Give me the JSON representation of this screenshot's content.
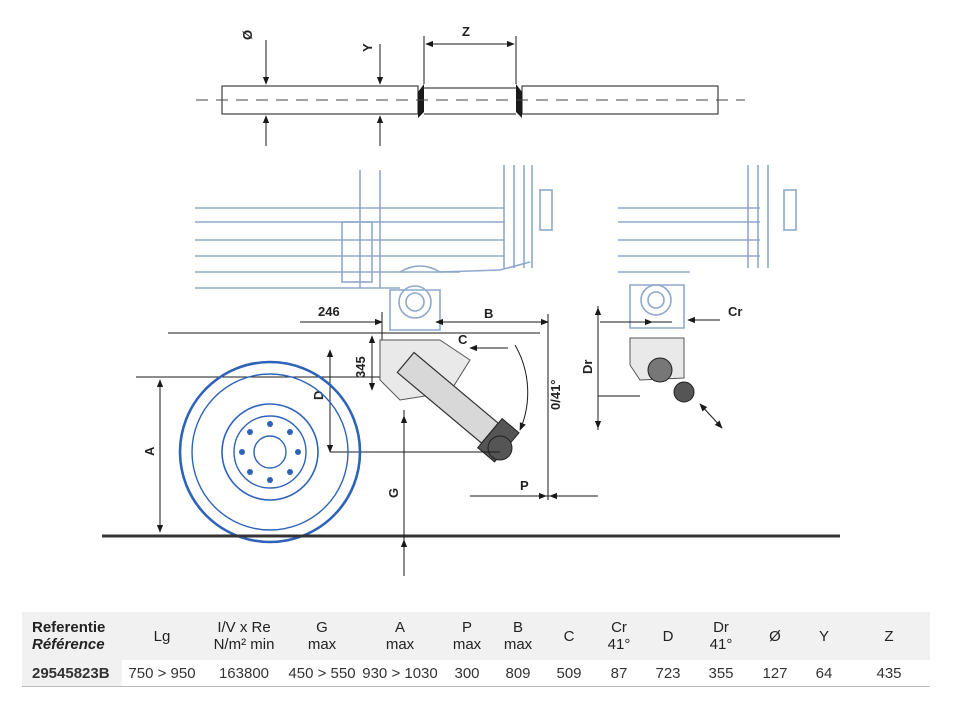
{
  "diagram": {
    "labels": {
      "diameter": "Ø",
      "y": "Y",
      "z": "Z",
      "d246": "246",
      "b": "B",
      "c": "C",
      "d345": "345",
      "d": "D",
      "angle": "0/41°",
      "a": "A",
      "g": "G",
      "p": "P",
      "cr": "Cr",
      "dr": "Dr"
    },
    "colors": {
      "wheel": "#2f63b8",
      "chassis": "#8ea8cc",
      "lines": "#1a1a1a"
    }
  },
  "table": {
    "headers": [
      {
        "line1": "Referentie",
        "line2": "Référence"
      },
      {
        "line1": "Lg",
        "line2": ""
      },
      {
        "line1": "I/V x Re",
        "line2": "N/m² min"
      },
      {
        "line1": "G",
        "line2": "max"
      },
      {
        "line1": "A",
        "line2": "max"
      },
      {
        "line1": "P",
        "line2": "max"
      },
      {
        "line1": "B",
        "line2": "max"
      },
      {
        "line1": "C",
        "line2": ""
      },
      {
        "line1": "Cr",
        "line2": "41°"
      },
      {
        "line1": "D",
        "line2": ""
      },
      {
        "line1": "Dr",
        "line2": "41°"
      },
      {
        "line1": "Ø",
        "line2": ""
      },
      {
        "line1": "Y",
        "line2": ""
      },
      {
        "line1": "Z",
        "line2": ""
      }
    ],
    "rows": [
      [
        "29545823B",
        "750 > 950",
        "163800",
        "450 > 550",
        "930 > 1030",
        "300",
        "809",
        "509",
        "87",
        "723",
        "355",
        "127",
        "64",
        "435"
      ]
    ]
  }
}
